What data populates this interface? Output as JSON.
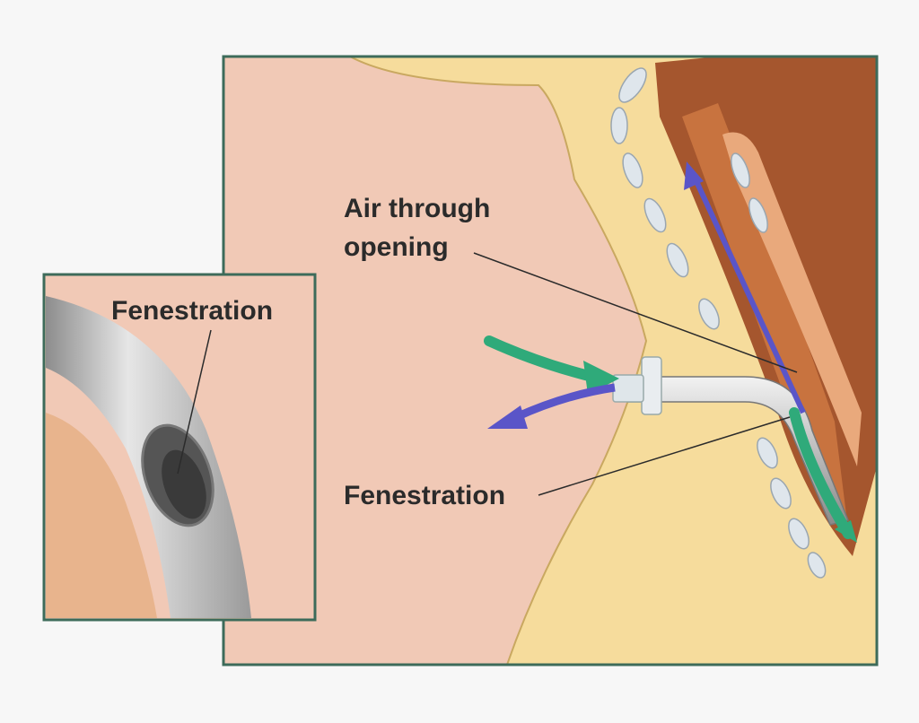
{
  "labels": {
    "air_through_line1": "Air through",
    "air_through_line2": "opening",
    "fenestration_main": "Fenestration",
    "fenestration_inset": "Fenestration"
  },
  "colors": {
    "skin": "#f1c9b6",
    "tissue": "#f6dc9c",
    "frame": "#3d6b5a",
    "trachea": "#a5562e",
    "inhale_arrow": "#2faa7a",
    "exhale_arrow": "#5a55c8",
    "tube": "#c9c9c9"
  }
}
